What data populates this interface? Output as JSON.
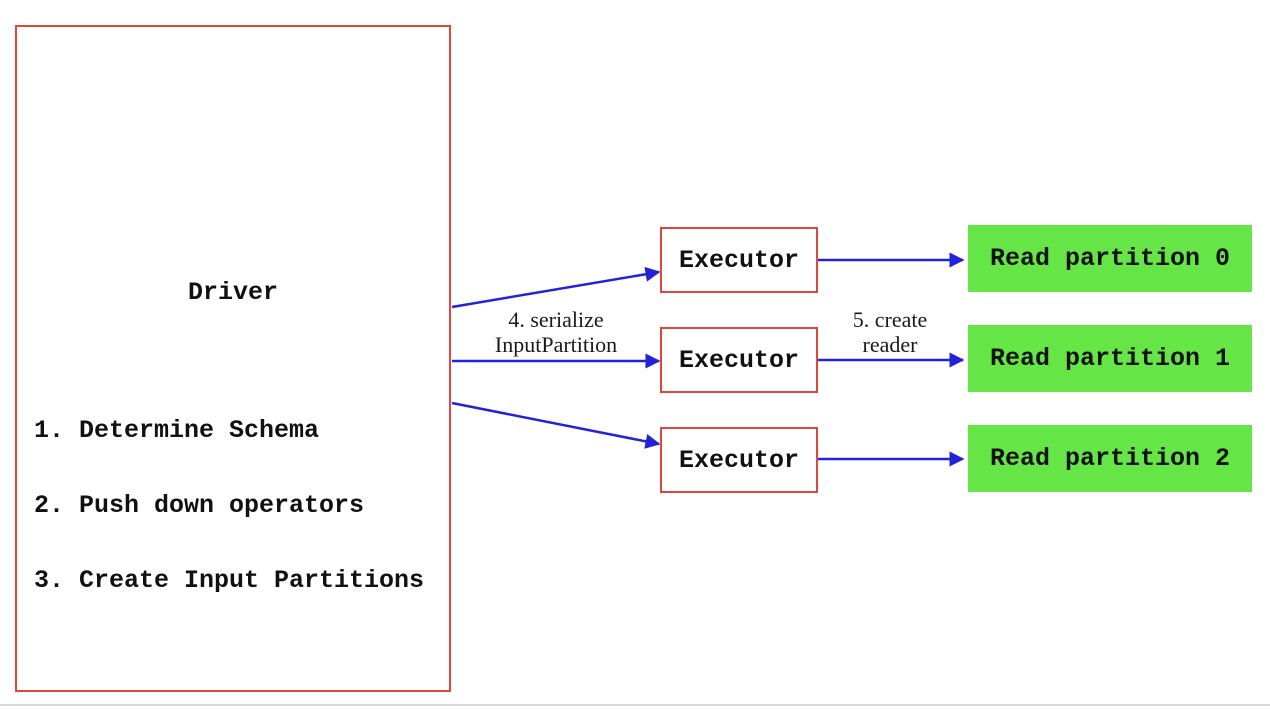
{
  "colors": {
    "red": "#e0463c",
    "green": "#66e646",
    "blue": "#2222d6",
    "ink": "#111111",
    "bg": "#ffffff"
  },
  "driver": {
    "title": "Driver",
    "steps": {
      "line1": "1. Determine Schema",
      "line2": "2. Push down operators",
      "line3": "3. Create Input Partitions"
    }
  },
  "executors": [
    {
      "label": "Executor"
    },
    {
      "label": "Executor"
    },
    {
      "label": "Executor"
    }
  ],
  "partitions": [
    {
      "label": "Read partition 0"
    },
    {
      "label": "Read partition 1"
    },
    {
      "label": "Read partition 2"
    }
  ],
  "edge_labels": {
    "serialize": {
      "line1": "4. serialize",
      "line2": "InputPartition"
    },
    "create_reader": {
      "line1": "5. create",
      "line2": "reader"
    }
  }
}
